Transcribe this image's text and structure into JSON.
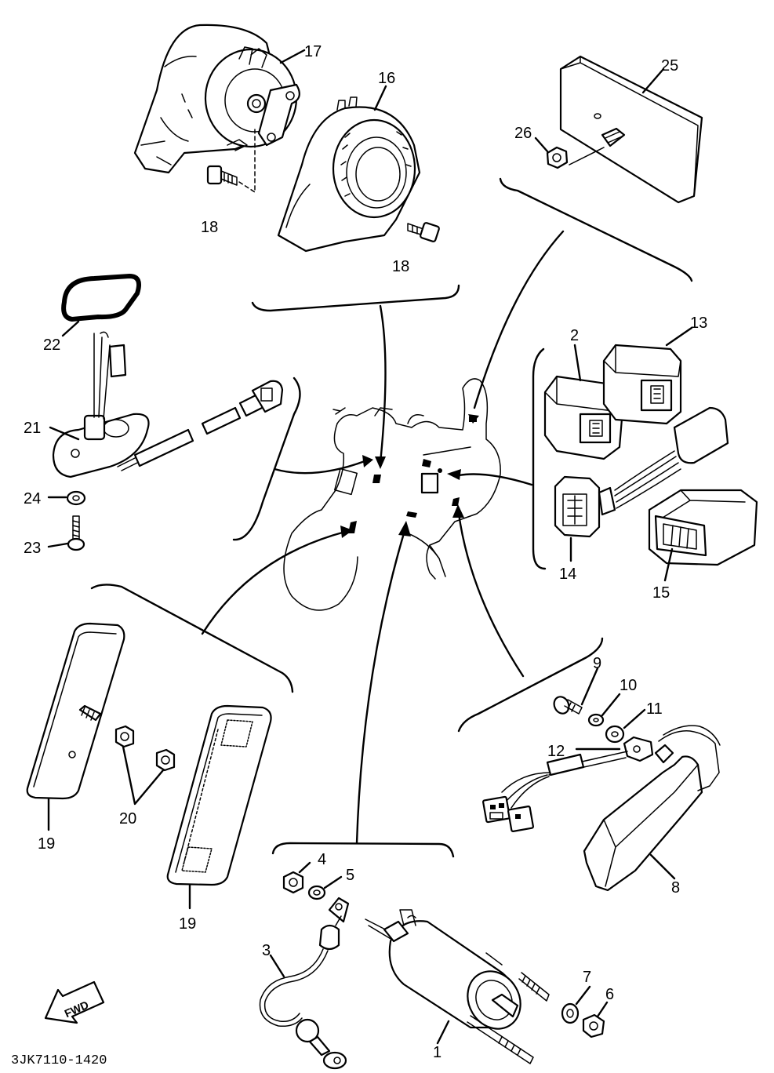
{
  "diagram": {
    "drawing_code": "3JK7110-1420",
    "fwd_label": "FWD",
    "callouts": {
      "c1": "1",
      "c2": "2",
      "c3": "3",
      "c4": "4",
      "c5": "5",
      "c6": "6",
      "c7": "7",
      "c8": "8",
      "c9": "9",
      "c10": "10",
      "c11": "11",
      "c12": "12",
      "c13": "13",
      "c14": "14",
      "c15": "15",
      "c16": "16",
      "c17": "17",
      "c18a": "18",
      "c18b": "18",
      "c19a": "19",
      "c19b": "19",
      "c20": "20",
      "c21": "21",
      "c22": "22",
      "c23": "23",
      "c24": "24",
      "c25": "25",
      "c26": "26"
    }
  }
}
